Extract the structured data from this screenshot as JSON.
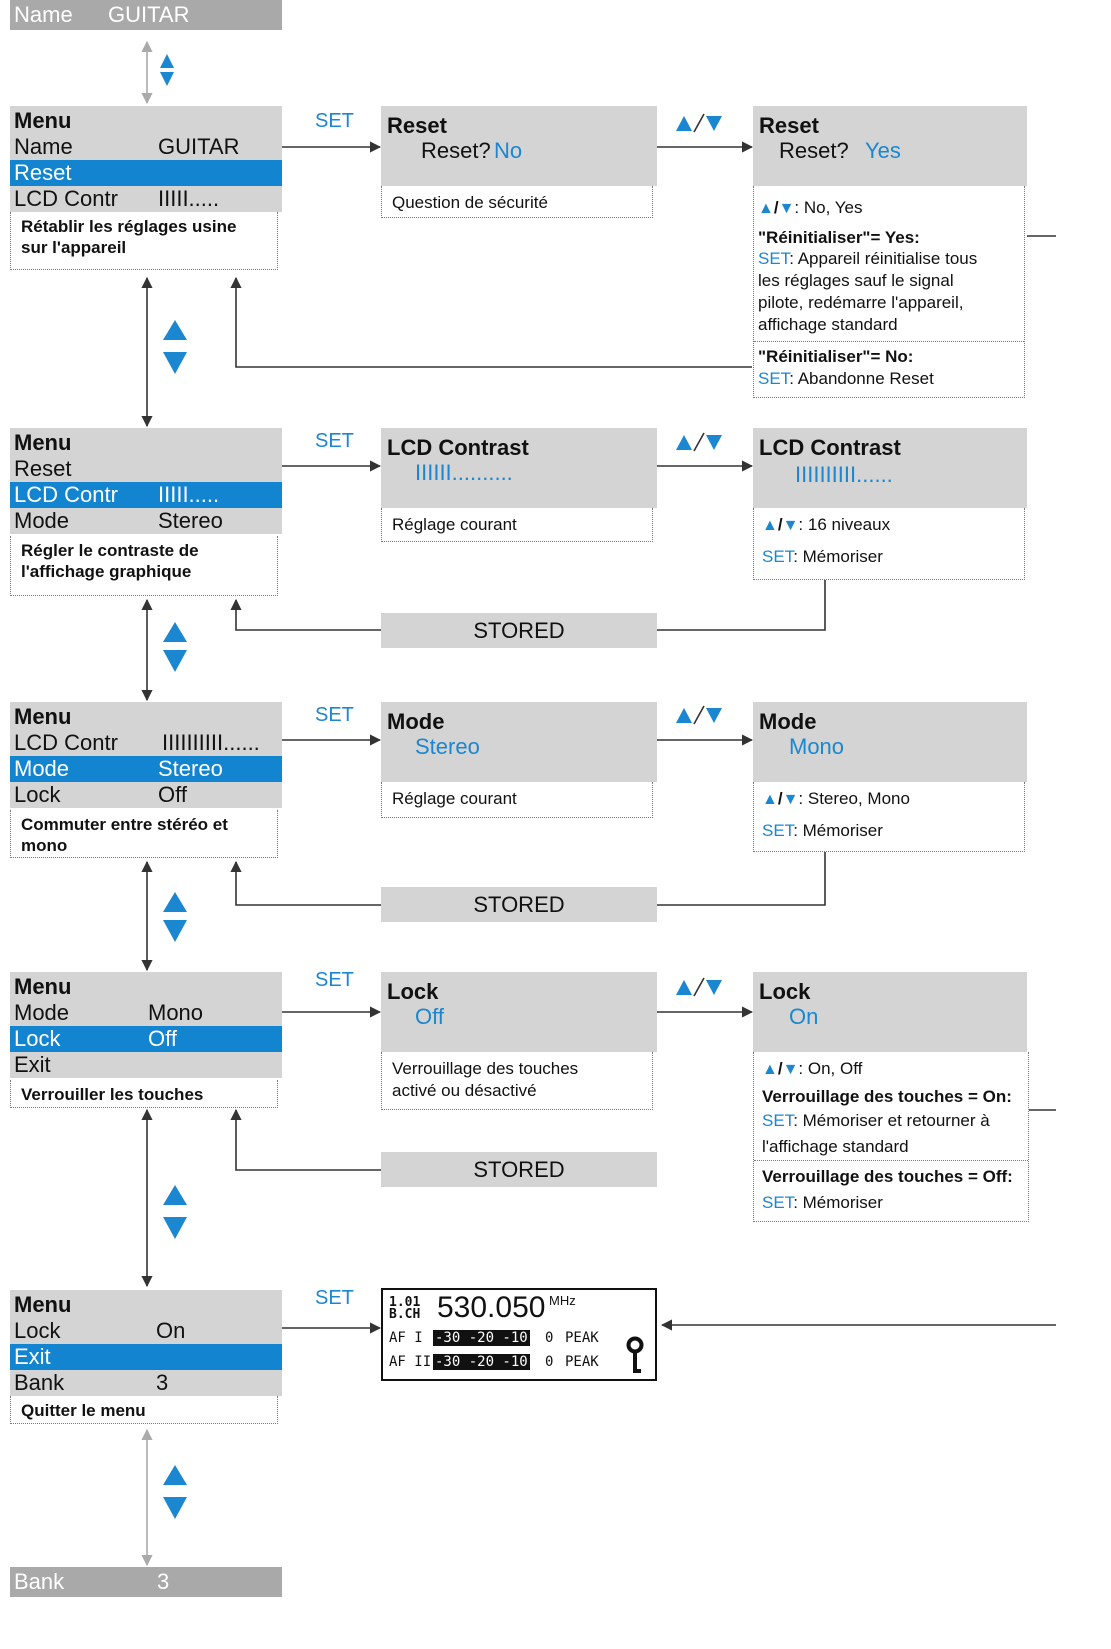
{
  "colors": {
    "accent": "#1a87d0",
    "selection": "#1385d0",
    "panel": "#d4d4d4",
    "bar": "#a9a9a9"
  },
  "top_bar": {
    "label": "Name",
    "value": "GUITAR"
  },
  "bottom_bar": {
    "label": "Bank",
    "value": "3"
  },
  "set_label": "SET",
  "stored_label": "STORED",
  "sections": [
    {
      "menu": {
        "title": "Menu",
        "rows": [
          [
            "Name",
            "GUITAR"
          ],
          [
            "Reset",
            ""
          ],
          [
            "LCD Contr",
            "IIIII....."
          ]
        ],
        "selected": 1,
        "desc": [
          "Rétablir les réglages usine",
          "sur l'appareil"
        ]
      },
      "screen1": {
        "title": "Reset",
        "prefix": "Reset?",
        "value": "No",
        "desc": [
          "Question de sécurité"
        ]
      },
      "screen2": {
        "title": "Reset",
        "prefix": "Reset?",
        "value": "Yes"
      },
      "detail": {
        "nav": ": No, Yes",
        "yes_head": "\"Réinitialiser\"= Yes:",
        "yes_set": ": Appareil réinitialise tous",
        "yes_lines": [
          "les réglages sauf le signal",
          "pilote, redémarre l'appareil,",
          "affichage standard"
        ],
        "no_head": "\"Réinitialiser\"= No:",
        "no_set": ": Abandonne Reset"
      }
    },
    {
      "menu": {
        "title": "Menu",
        "rows": [
          [
            "Reset",
            ""
          ],
          [
            "LCD Contr",
            "IIIII....."
          ],
          [
            "Mode",
            "Stereo"
          ]
        ],
        "selected": 1,
        "desc": [
          "Régler le contraste de",
          "l'affichage graphique"
        ]
      },
      "screen1": {
        "title": "LCD Contrast",
        "value": "IIIIII..........",
        "desc": [
          "Réglage courant"
        ]
      },
      "screen2": {
        "title": "LCD Contrast",
        "value": "IIIIIIIIII......"
      },
      "detail": {
        "nav": ":  16 niveaux",
        "set": ": Mémoriser"
      }
    },
    {
      "menu": {
        "title": "Menu",
        "rows": [
          [
            "LCD Contr",
            "IIIIIIIIII......"
          ],
          [
            "Mode",
            "Stereo"
          ],
          [
            "Lock",
            "Off"
          ]
        ],
        "selected": 1,
        "desc": [
          "Commuter entre stéréo et",
          "mono"
        ]
      },
      "screen1": {
        "title": "Mode",
        "value": "Stereo",
        "desc": [
          "Réglage courant"
        ]
      },
      "screen2": {
        "title": "Mode",
        "value": "Mono"
      },
      "detail": {
        "nav": ": Stereo, Mono",
        "set": ": Mémoriser"
      }
    },
    {
      "menu": {
        "title": "Menu",
        "rows": [
          [
            "Mode",
            "Mono"
          ],
          [
            "Lock",
            "Off"
          ],
          [
            "Exit",
            ""
          ]
        ],
        "selected": 1,
        "desc": [
          "Verrouiller les touches"
        ]
      },
      "screen1": {
        "title": "Lock",
        "value": "Off",
        "desc": [
          "Verrouillage des touches",
          "activé ou désactivé"
        ]
      },
      "screen2": {
        "title": "Lock",
        "value": "On"
      },
      "detail": {
        "nav": ": On, Off",
        "on_head": "Verrouillage des touches = On:",
        "on_set": ": Mémoriser et retourner à",
        "on_lines": [
          "l'affichage standard"
        ],
        "off_head": "Verrouillage des touches = Off:",
        "off_set": ": Mémoriser"
      }
    },
    {
      "menu": {
        "title": "Menu",
        "rows": [
          [
            "Lock",
            "On"
          ],
          [
            "Exit",
            ""
          ],
          [
            "Bank",
            "3"
          ]
        ],
        "selected": 1,
        "desc": [
          "Quitter le menu"
        ]
      }
    }
  ],
  "lcd": {
    "preset": "1.01",
    "bch": "B.CH",
    "freq": "530.050",
    "unit": "MHz",
    "meters": [
      {
        "ch": "AF I",
        "scale": "-30 -20 -10",
        "zero": "0",
        "peak": "PEAK"
      },
      {
        "ch": "AF II",
        "scale": "-30 -20 -10",
        "zero": "0",
        "peak": "PEAK"
      }
    ]
  }
}
